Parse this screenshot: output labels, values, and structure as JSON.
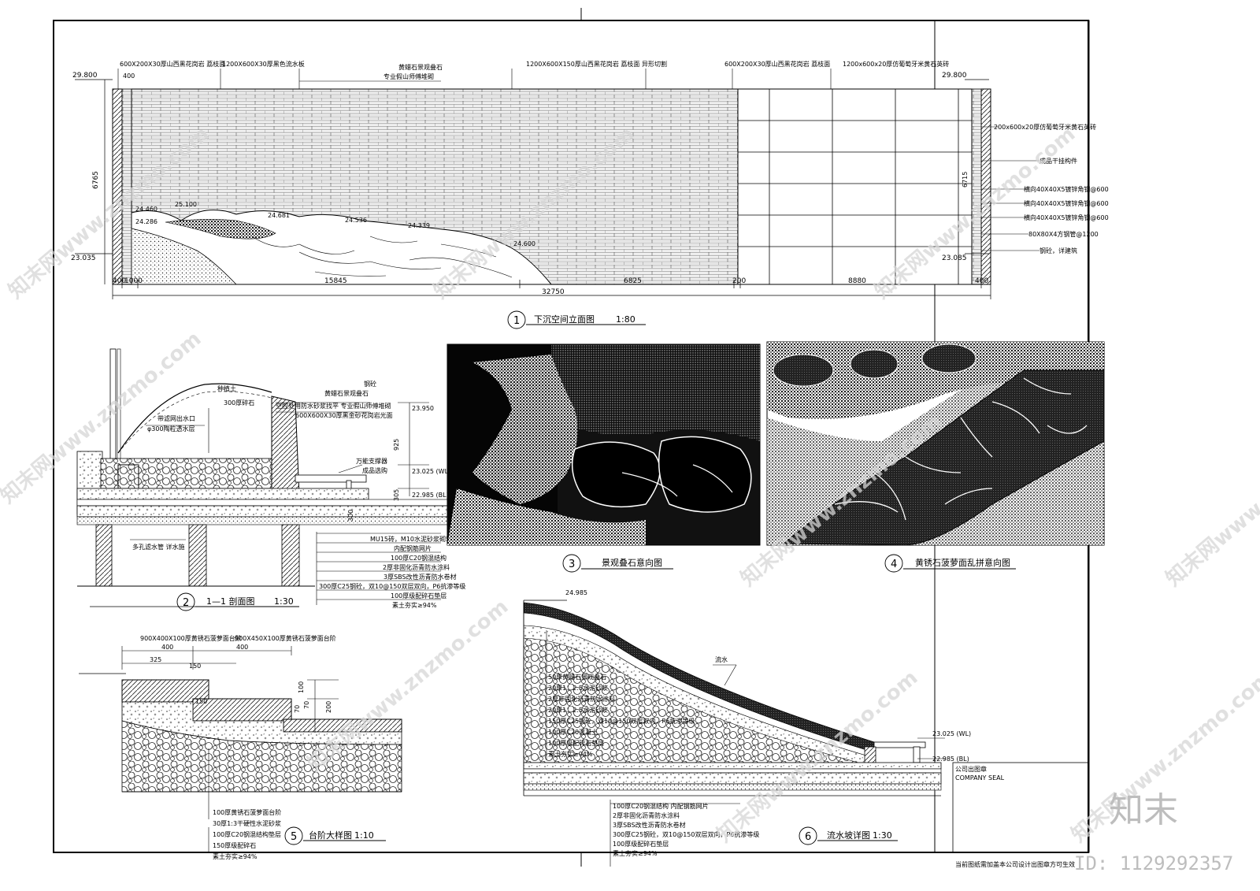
{
  "elevation": {
    "top_labels": [
      "600X200X30厚山西黑花岗岩 荔枝面",
      "1200X600X30厚黑色流水板",
      "黄蜡石景观叠石",
      "专业假山师傅堆砌",
      "1200X600X150厚山西黑花岗岩 荔枝面 异形切割",
      "600X200X30厚山西黑花岗岩 荔枝面",
      "1200x600x20厚仿葡萄牙米黄石英砖"
    ],
    "right_labels": [
      "200x600x20厚仿葡萄牙米黄石英砖",
      "成品干挂构件",
      "横向40X40X5镀锌角钢@600",
      "横向40X40X5镀锌角钢@600",
      "横向40X40X5镀锌角钢@600",
      "80X80X4方钢管@1200",
      "钢砼，详建筑"
    ],
    "levels": [
      "29.800",
      "29.800",
      "23.035",
      "23.085",
      "24.681",
      "24.536",
      "24.339",
      "25.100",
      "24.460",
      "24.286",
      "24.600",
      "6765",
      "6715",
      "400"
    ],
    "dims": [
      "400",
      "1000",
      "15845",
      "6825",
      "200",
      "8880",
      "400",
      "32750"
    ],
    "title_num": "1",
    "title": "下沉空间立面图",
    "scale": "1:80"
  },
  "section": {
    "labels": [
      "带滤网出水口",
      "φ300陶粒透水层",
      "种植土",
      "300厚碎石",
      "钢砼",
      "黄蜡石景观叠石",
      "空腔处用防水砂浆找平 专业假山师傅堆砌",
      "600X600X30厚黑金砂花岗岩光面",
      "万能支撑器",
      "成品选购",
      "多孔滤水管 详水施",
      "MU15砖，M10水泥砂浆砌筑",
      "内配钢筋网片",
      "100厚C20钢混结构",
      "2厚非固化沥青防水涂料",
      "3厚SBS改性沥青防水卷材",
      "300厚C25钢砼，双10@150双层双向，P6抗渗等级",
      "100厚级配碎石垫层",
      "素土夯实≥94%"
    ],
    "levels": [
      "23.950",
      "925",
      "23.025 (WL)",
      "22.985 (BL)",
      "305",
      "300"
    ],
    "title_num": "2",
    "title": "1—1 剖面图",
    "scale": "1:30"
  },
  "photo1": {
    "title_num": "3",
    "title": "景观叠石意向图"
  },
  "photo2": {
    "title_num": "4",
    "title": "黄锈石菠萝面乱拼意向图"
  },
  "steps": {
    "top_labels": [
      "900X400X100厚黄锈石菠萝面台阶",
      "900X450X100厚黄锈石菠萝面台阶"
    ],
    "dims": [
      "400",
      "400",
      "325",
      "150",
      "100",
      "70",
      "70",
      "200",
      "150"
    ],
    "bottom_labels": [
      "100厚黄锈石菠萝面台阶",
      "30厚1:3干硬性水泥砂浆",
      "100厚C20钢混结构垫层",
      "150厚级配碎石",
      "素土夯实≥94%"
    ],
    "title_num": "5",
    "title": "台阶大样图",
    "scale": "1:10"
  },
  "slope": {
    "top_level": "24.985",
    "flow_label": "流水",
    "labels": [
      "50厚黄蜡石景观叠石",
      "20厚1：2.5水泥砂浆",
      "2厚非固化沥青防水涂料",
      "20厚1：2.5水泥砂浆",
      "150厚C25钢砼，双10@150双层双向，P6抗渗等级",
      "100厚C20混凝土",
      "100厚级配碎石垫层",
      "素土夯实≥94%"
    ],
    "levels": [
      "23.025 (WL)",
      "22.985 (BL)"
    ],
    "bottom_labels": [
      "100厚C20钢混结构 内配钢筋网片",
      "2厚非固化沥青防水涂料",
      "3厚SBS改性沥青防水卷材",
      "300厚C25钢砼，双10@150双层双向，P6抗渗等级",
      "100厚级配碎石垫层",
      "素土夯实≥94%"
    ],
    "title_num": "6",
    "title": "流水坡详图",
    "scale": "1:30"
  },
  "seal": {
    "title": "公司出图章",
    "subtitle": "COMPANY SEAL",
    "note": "当前图纸需加盖本公司设计出图章方可生效"
  },
  "watermark": {
    "text": "知末网www.znzmo.com",
    "brand": "知末",
    "id": "ID: 1129292357"
  }
}
